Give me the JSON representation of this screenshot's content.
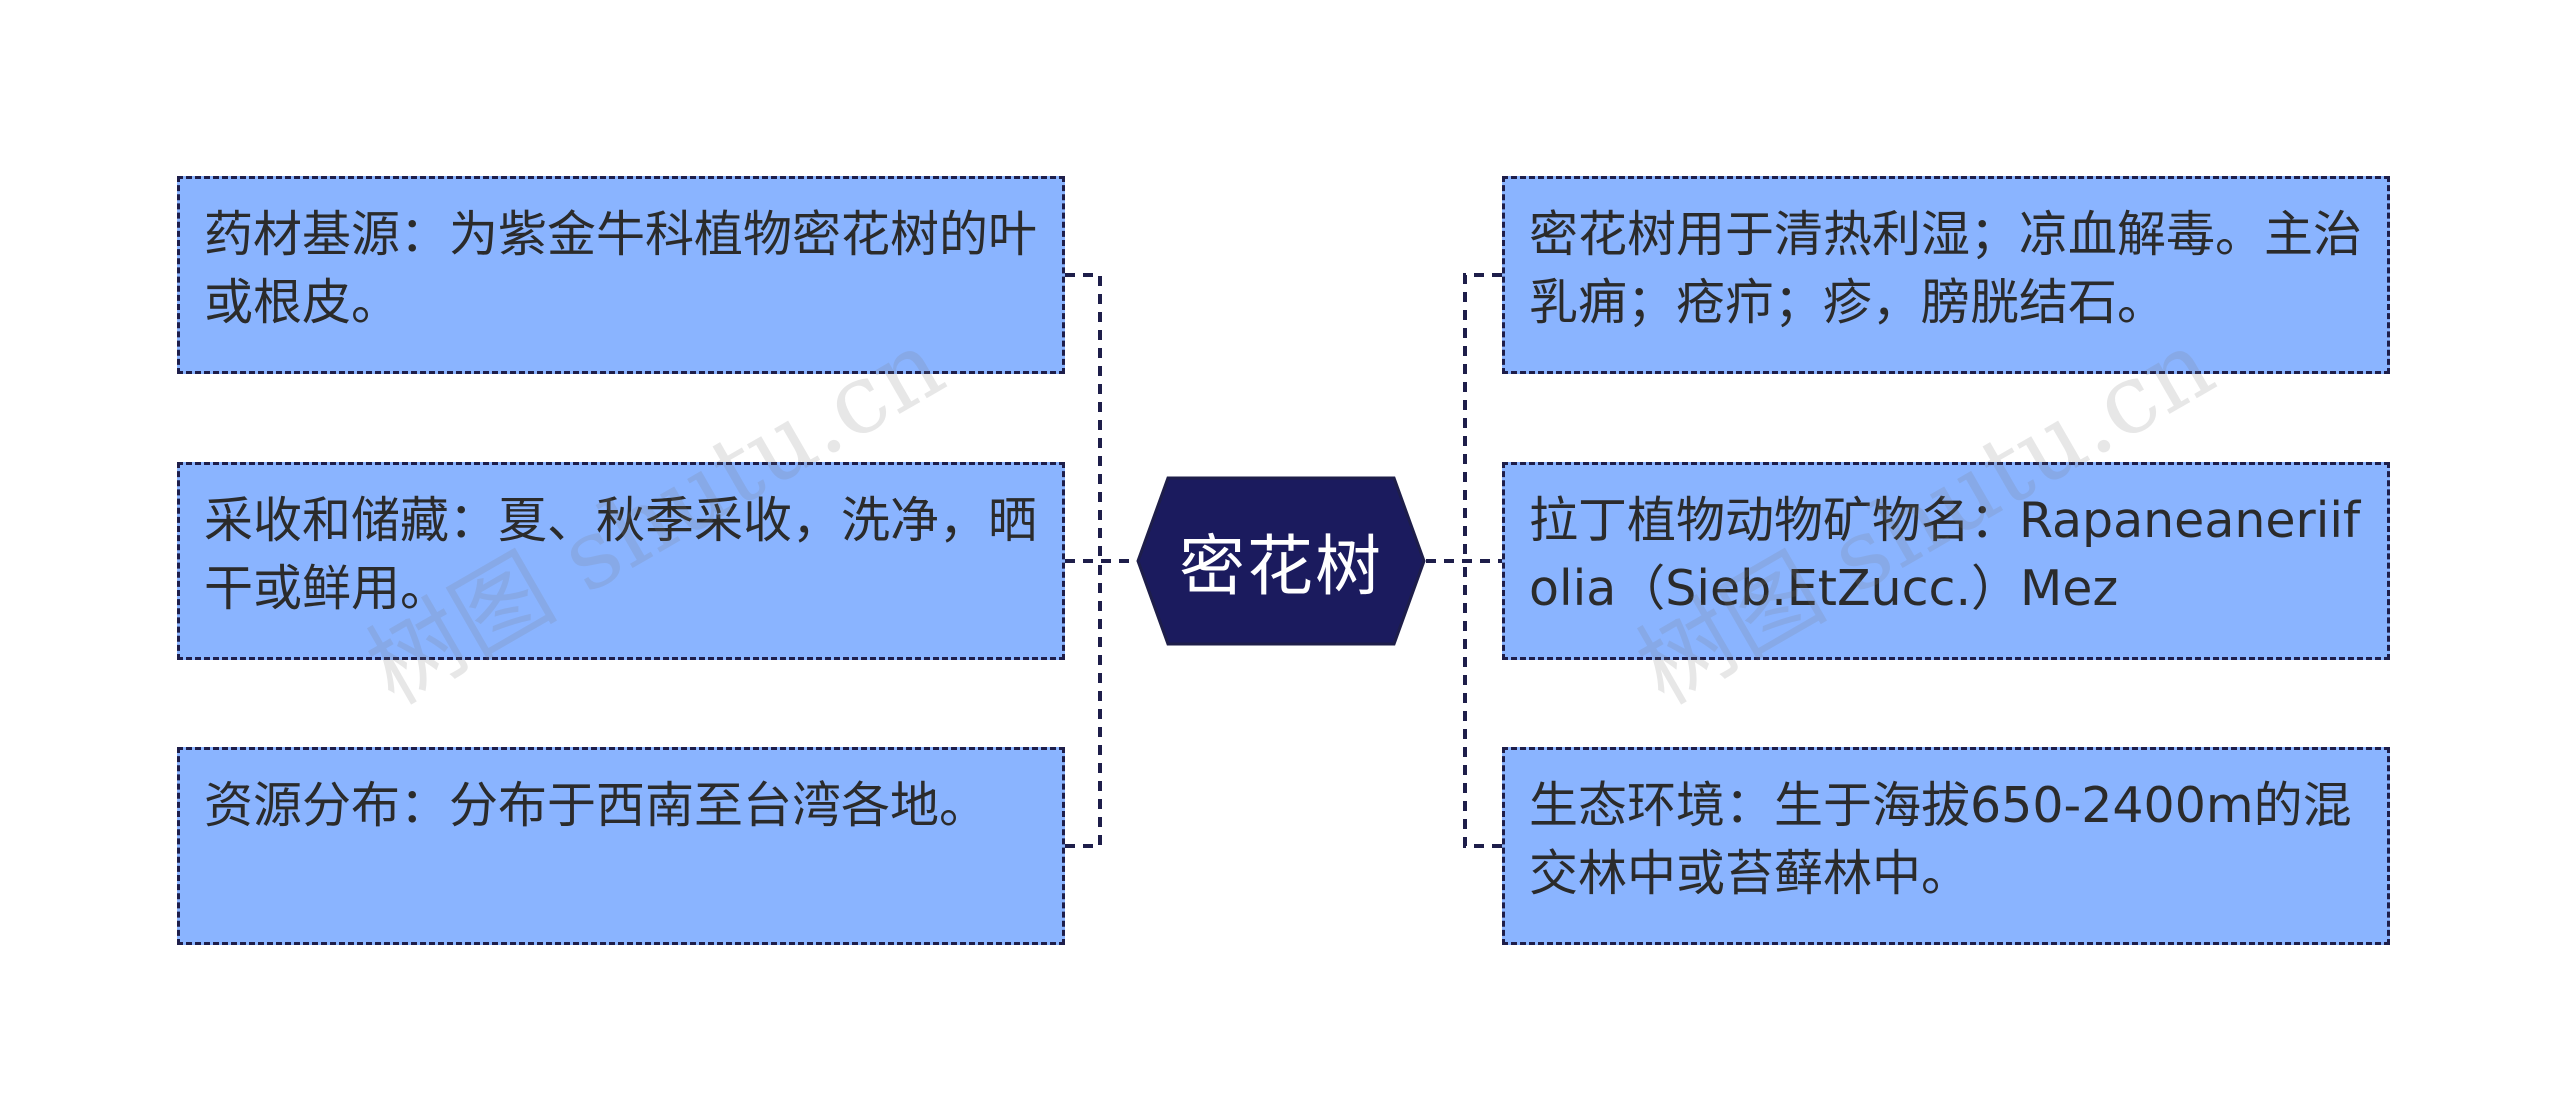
{
  "colors": {
    "node_fill": "#8AB4FF",
    "node_border": "#1E1E4A",
    "center_fill": "#1B1B5E",
    "center_text": "#ffffff",
    "connector": "#1E1E4A",
    "text": "#2b2b2b"
  },
  "center": {
    "label": "密花树"
  },
  "left_nodes": [
    {
      "text": "药材基源：为紫金牛科植物密花树的叶或根皮。"
    },
    {
      "text": "采收和储藏：夏、秋季采收，洗净，晒干或鲜用。"
    },
    {
      "text": "资源分布：分布于西南至台湾各地。"
    }
  ],
  "right_nodes": [
    {
      "text": "密花树用于清热利湿；凉血解毒。主治乳痈；疮疖；疹，膀胱结石。"
    },
    {
      "text": "拉丁植物动物矿物名：Rapaneaneriifolia（Sieb.EtZucc.）Mez"
    },
    {
      "text": "生态环境：生于海拔650-2400m的混交林中或苔藓林中。"
    }
  ],
  "watermark": {
    "text": "树图 shutu.cn"
  }
}
